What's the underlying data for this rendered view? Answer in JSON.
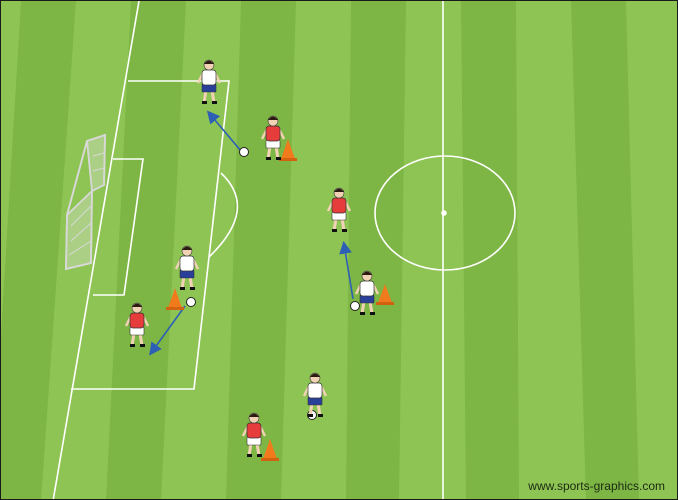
{
  "diagram": {
    "credit": "www.sports-graphics.com"
  },
  "colors": {
    "grass_light": "#8ec454",
    "grass_dark": "#7db645",
    "line": "#ffffff",
    "team_red": "#e63c3c",
    "team_white": "#ffffff",
    "shorts_white_team": "#2a3f9a",
    "cone": "#f07a1c",
    "pass_arrow": "#2d5fb5"
  },
  "players": [
    {
      "id": "p1",
      "team": "white",
      "icon": "player-icon"
    },
    {
      "id": "p2",
      "team": "red",
      "icon": "player-icon"
    },
    {
      "id": "p3",
      "team": "red",
      "icon": "player-icon"
    },
    {
      "id": "p4",
      "team": "white",
      "icon": "player-icon"
    },
    {
      "id": "p5",
      "team": "white",
      "icon": "player-icon"
    },
    {
      "id": "p6",
      "team": "red",
      "icon": "player-icon"
    },
    {
      "id": "p7",
      "team": "white",
      "icon": "player-icon"
    },
    {
      "id": "p8",
      "team": "red",
      "icon": "player-icon"
    }
  ]
}
